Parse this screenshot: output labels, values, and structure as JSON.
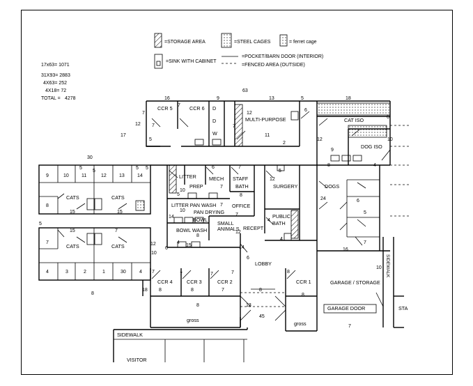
{
  "legend": {
    "storage": "=STORAGE AREA",
    "steel": "=STEEL CAGES",
    "ferret": "= ferret cage",
    "sink": "=SINK WITH CABINET",
    "pocket": "=POCKET/BARN DOOR (INTERIOR)",
    "fenced": "=FENCED AREA (OUTSIDE)"
  },
  "totals": [
    "17x63= 1071",
    "31X93= 2883",
    "4X63= 252",
    "4X18= 72",
    "TOTAL =",
    "4278"
  ],
  "rooms": {
    "ccr5": "CCR 5",
    "ccr6": "CCR 6",
    "d1": "D",
    "d2": "D",
    "w": "W",
    "multi": "MULTI-PURPOSE",
    "catiso": "CAT ISO",
    "dogiso": "DOG ISO",
    "litter": "LITTER",
    "prep": "PREP",
    "mech": "MECH",
    "staff1": "STAFF",
    "staff2": "BATH",
    "surgery": "SURGERY",
    "dogs": "DOGS",
    "lpw": "LITTER PAN WASH",
    "pandry": "PAN DRYING",
    "bowl": "BOWL",
    "office": "OFFICE",
    "pub1": "PUBLIC",
    "pub2": "BATH",
    "small1": "SMALL",
    "small2": "ANIMALS",
    "recept": "RECEPT",
    "bowlwash": "BOWL WASH",
    "cats1": "CATS",
    "cats2": "CATS",
    "cats3": "CATS",
    "cats4": "CATS",
    "lobby": "LOBBY",
    "garage": "GARAGE / STORAGE",
    "garagedoor": "GARAGE DOOR",
    "ccr4": "CCR 4",
    "ccr3": "CCR 3",
    "ccr2": "CCR 2",
    "ccr1": "CCR 1",
    "gross1": "gross",
    "gross2": "gross",
    "sidewalk": "SIDEWALK",
    "visitor": "VISITOR",
    "sidewalk_v": "SIDEWALK",
    "sta": "STA"
  },
  "dims": [
    "63",
    "16",
    "9",
    "13",
    "5",
    "18",
    "7",
    "7",
    "7",
    "12",
    "17",
    "6",
    "5",
    "10",
    "12",
    "11",
    "2",
    "6",
    "7",
    "12",
    "9",
    "8",
    "4",
    "10",
    "30",
    "5",
    "5",
    "5",
    "5",
    "9",
    "10",
    "11",
    "12",
    "13",
    "14",
    "8",
    "15",
    "15",
    "5",
    "7",
    "10",
    "6",
    "7",
    "7",
    "8",
    "5",
    "7",
    "10",
    "7",
    "12",
    "24",
    "6",
    "5",
    "14",
    "8",
    "8",
    "8",
    "7",
    "7",
    "7",
    "12",
    "15",
    "15",
    "7",
    "4",
    "4",
    "7",
    "14",
    "6",
    "4",
    "18",
    "16",
    "10",
    "12",
    "2",
    "6",
    "5",
    "4",
    "3",
    "2",
    "1",
    "30",
    "4",
    "8",
    "8",
    "8",
    "7",
    "7",
    "7",
    "8",
    "8",
    "13",
    "45",
    "6",
    "10",
    "18"
  ]
}
